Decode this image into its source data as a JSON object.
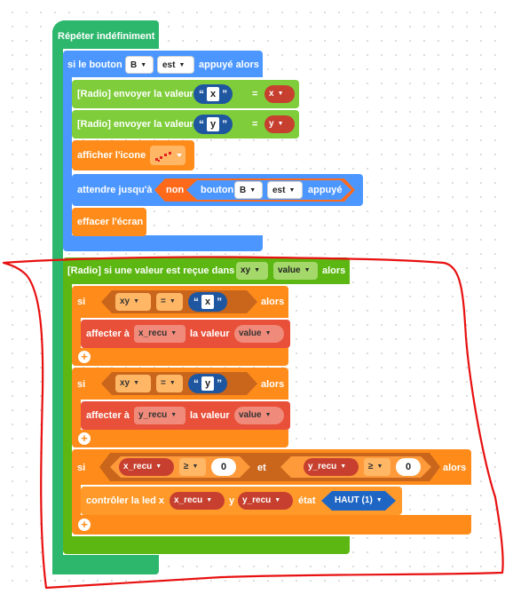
{
  "forever": {
    "label": "Répéter indéfiniment"
  },
  "if_button": {
    "prefix": "si le bouton",
    "button_value": "B",
    "state_value": "est",
    "suffix": "appuyé alors"
  },
  "radio_send_x": {
    "label": "[Radio] envoyer la valeur",
    "key": "x",
    "equals": "=",
    "value": "x"
  },
  "radio_send_y": {
    "label": "[Radio] envoyer la valeur",
    "key": "y",
    "equals": "=",
    "value": "y"
  },
  "show_icon": {
    "label": "afficher l'icone"
  },
  "wait_until": {
    "label": "attendre jusqu'à",
    "not": "non",
    "button_label": "bouton",
    "button_value": "B",
    "state_value": "est",
    "pressed": "appuyé"
  },
  "clear_screen": {
    "label": "effacer l'écran"
  },
  "radio_receive": {
    "label": "[Radio] si une valeur est reçue dans",
    "var_value": "xy",
    "value_value": "value",
    "suffix": "alors"
  },
  "if1": {
    "si": "si",
    "var": "xy",
    "op": "=",
    "key": "x",
    "alors": "alors",
    "set_prefix": "affecter à",
    "set_var": "x_recu",
    "set_mid": "la valeur",
    "set_value": "value"
  },
  "if2": {
    "si": "si",
    "var": "xy",
    "op": "=",
    "key": "y",
    "alors": "alors",
    "set_prefix": "affecter à",
    "set_var": "y_recu",
    "set_mid": "la valeur",
    "set_value": "value"
  },
  "if3": {
    "si": "si",
    "left_var": "x_recu",
    "left_op": "≥",
    "left_num": "0",
    "and": "et",
    "right_var": "y_recu",
    "right_op": "≥",
    "right_num": "0",
    "alors": "alors"
  },
  "led": {
    "prefix": "contrôler la led x",
    "x_var": "x_recu",
    "y_label": "y",
    "y_var": "y_recu",
    "state_label": "état",
    "state_value": "HAUT (1)"
  },
  "colors": {
    "forever": "#2db76c",
    "logic": "#4c97ff",
    "radio": "#5cb712",
    "display": "#ff8c1a",
    "variables": "#e8503a",
    "annotation": "#e81010"
  }
}
